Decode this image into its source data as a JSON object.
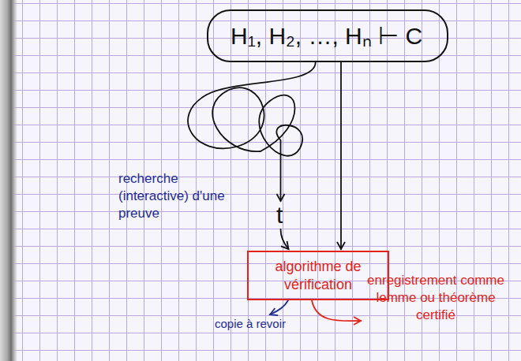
{
  "diagram": {
    "nodes": [
      {
        "text": [
          "H₁, H₂, …, Hₙ ⊢ C"
        ]
      },
      {
        "text": [
          "t"
        ]
      },
      {
        "text": [
          "algorithme de vérification"
        ]
      },
      {
        "text": [
          "copie à revoir"
        ]
      },
      {
        "text": [
          "enregistrement comme lemme ou théorème certifié"
        ]
      }
    ],
    "edges": [
      {
        "from": 0,
        "to": 1,
        "arrow": "to"
      },
      {
        "from": 0,
        "to": 2,
        "arrow": "to"
      },
      {
        "from": 1,
        "to": 2,
        "arrow": "to"
      },
      {
        "from": 2,
        "to": 3,
        "arrow": "to"
      },
      {
        "from": 2,
        "to": 4,
        "arrow": "to"
      }
    ],
    "labels": [
      "recherche (interactive) d'une preuve"
    ]
  }
}
